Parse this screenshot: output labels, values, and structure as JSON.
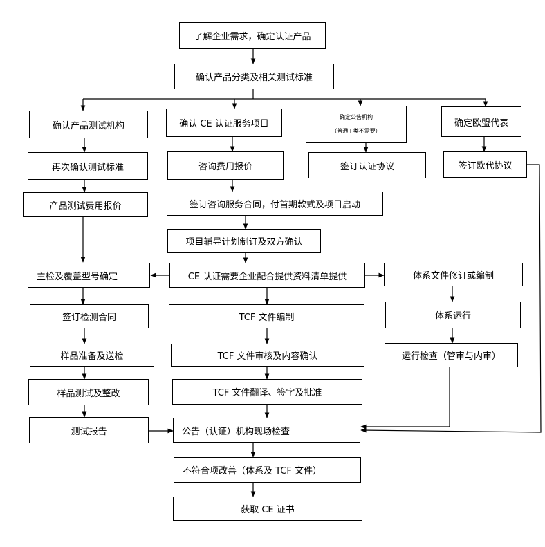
{
  "nodes": {
    "n1": "了解企业需求，确定认证产品",
    "n2": "确认产品分类及相关测试标准",
    "a1": "确认产品测试机构",
    "a2": "再次确认测试标准",
    "a3": "产品测试费用报价",
    "a4": "主检及覆盖型号确定",
    "a5": "签订检测合同",
    "a6": "样品准备及送检",
    "a7": "样品测试及整改",
    "a8": "测试报告",
    "b1": "确认 CE 认证服务项目",
    "b2": "咨询费用报价",
    "b3": "签订咨询服务合同，付首期款式及项目启动",
    "b4": "项目辅导计划制订及双方确认",
    "b5": "CE 认证需要企业配合提供资料清单提供",
    "b6": "TCF 文件编制",
    "b7": "TCF 文件审核及内容确认",
    "b8": "TCF 文件翻译、签字及批准",
    "b9": "公告（认证）机构现场检查",
    "b10": "不符合项改善（体系及 TCF 文件）",
    "b11": "获取 CE 证书",
    "c1_line1": "确定公告机构",
    "c1_line2": "（普通 I 类不需要）",
    "c2": "签订认证协议",
    "d1": "确定欧盟代表",
    "d2": "签订欧代协议",
    "e1": "体系文件修订或编制",
    "e2": "体系运行",
    "e3": "运行检查（管审与内审）"
  }
}
